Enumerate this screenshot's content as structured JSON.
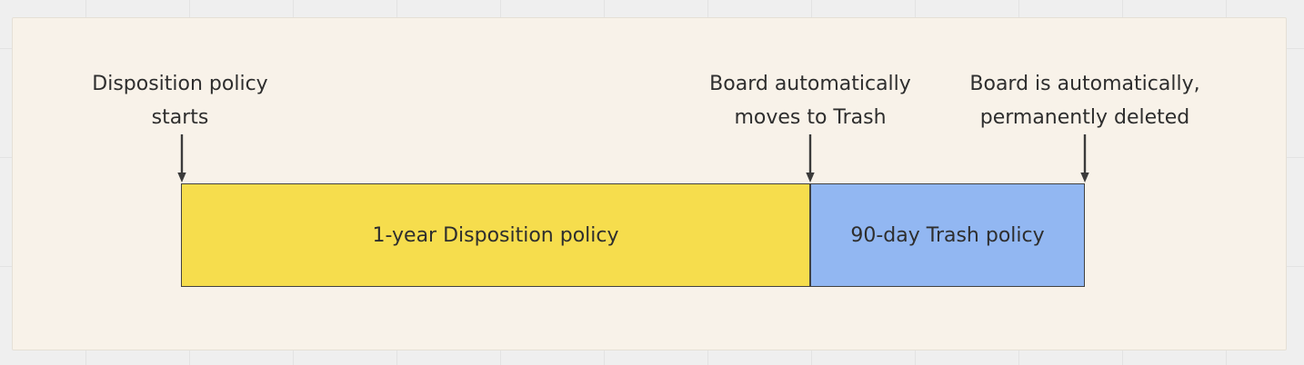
{
  "colors": {
    "canvas-bg": "#efefef",
    "grid-line": "#e3e3e3",
    "panel-bg": "#f8f2e9",
    "panel-border": "#e5e0d6",
    "text": "#2e2e2e",
    "arrow": "#3b3b3b",
    "bar-border": "#414141"
  },
  "diagram": {
    "annotations": [
      {
        "label": "Disposition policy\nstarts",
        "icon": "down-arrow-icon"
      },
      {
        "label": "Board automatically\nmoves to Trash",
        "icon": "down-arrow-icon"
      },
      {
        "label": "Board is automatically,\npermanently deleted",
        "icon": "down-arrow-icon"
      }
    ],
    "bars": [
      {
        "label": "1-year Disposition policy",
        "fill": "#f6dd4d"
      },
      {
        "label": "90-day Trash policy",
        "fill": "#92b7f2"
      }
    ]
  }
}
